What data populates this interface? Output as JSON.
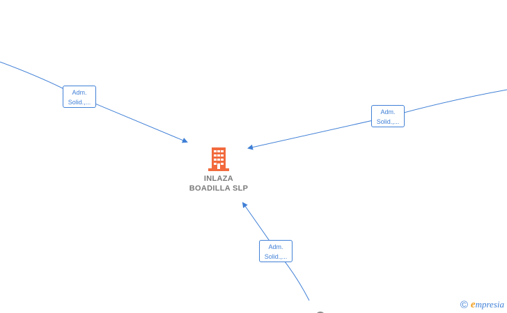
{
  "center_node": {
    "name_line1": "INLAZA",
    "name_line2": "BOADILLA  SLP",
    "icon": "building-icon",
    "color": "#f26a3d"
  },
  "edges": [
    {
      "label_line1": "Adm.",
      "label_line2": "Solid.,..."
    },
    {
      "label_line1": "Adm.",
      "label_line2": "Solid.,..."
    },
    {
      "label_line1": "Adm.",
      "label_line2": "Solid.,..."
    }
  ],
  "edge_color": "#3f7fd6",
  "watermark": {
    "symbol": "©",
    "brand_initial": "e",
    "brand_rest": "mpresia"
  }
}
